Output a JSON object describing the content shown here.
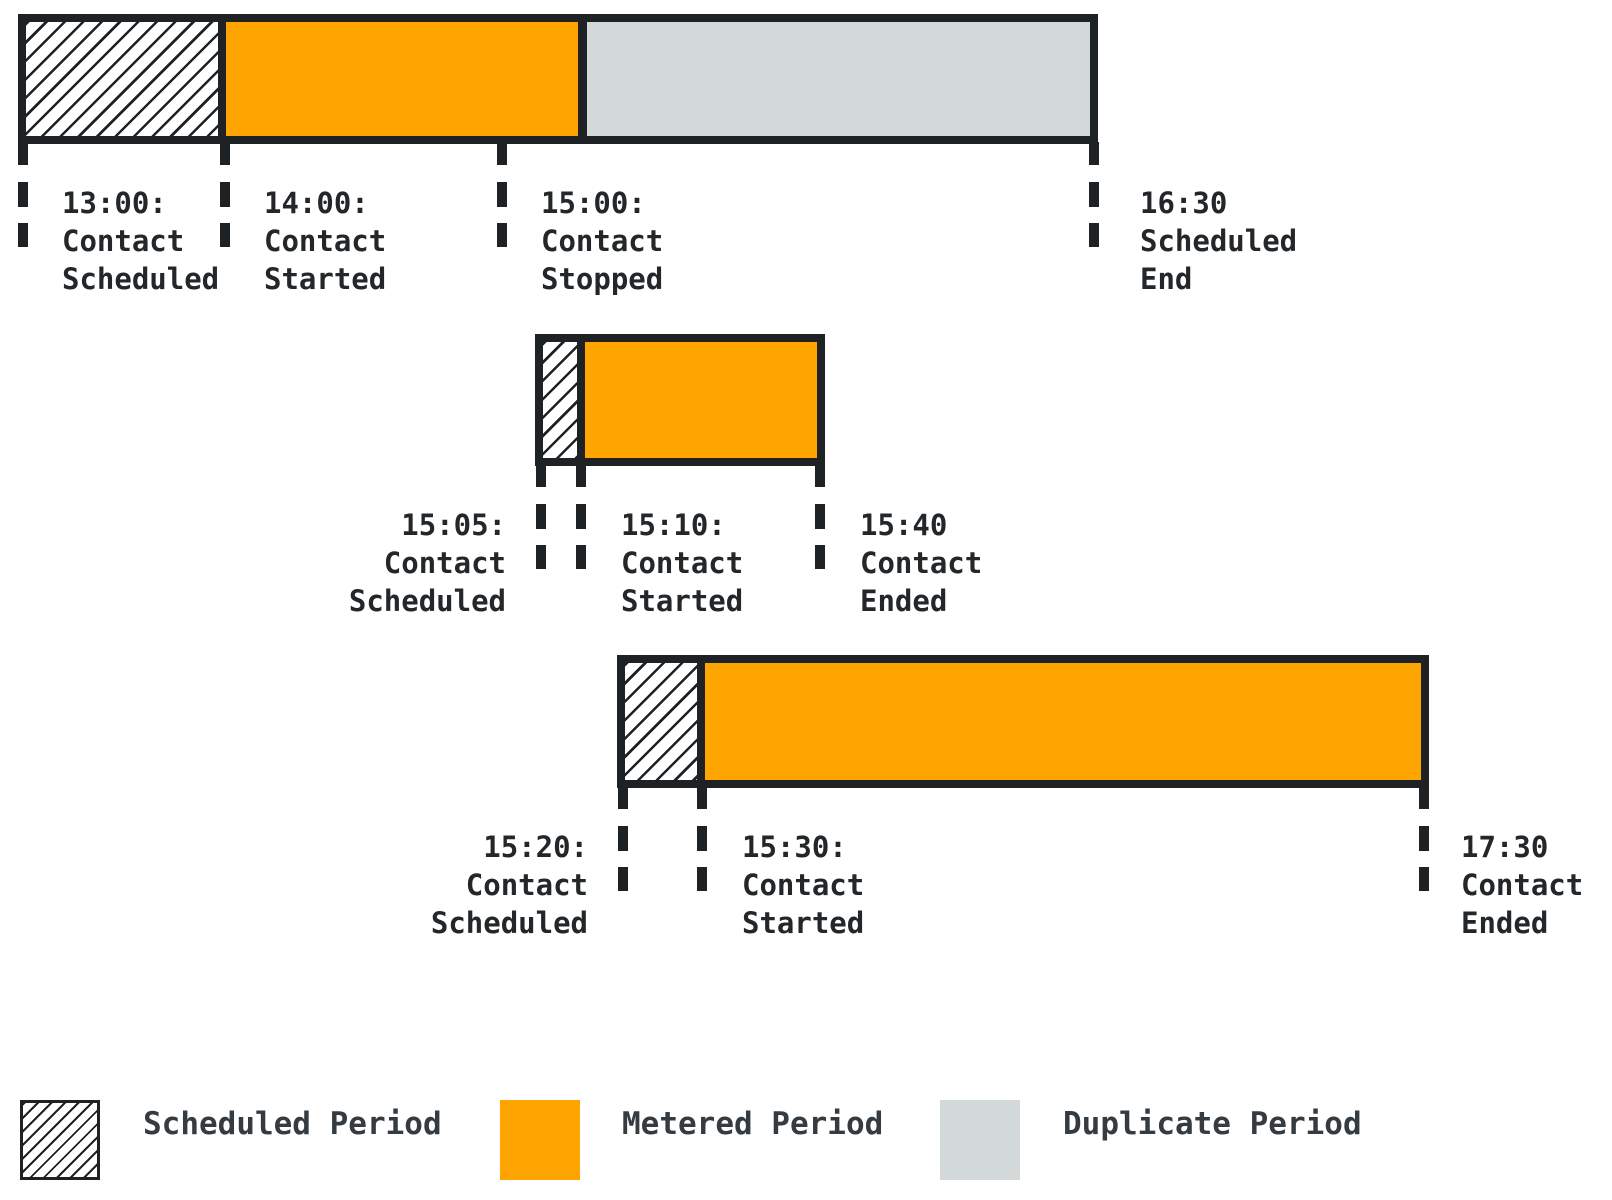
{
  "colors": {
    "metered_orange": "#FFA502",
    "duplicate_gray": "#D3D8D8",
    "line_black": "#1F2224",
    "label_text": "#23272A",
    "legend_text": "#343B41"
  },
  "bars": [
    {
      "id": "contact-1",
      "segments": [
        {
          "type": "scheduled",
          "from": "13:00",
          "to": "14:00"
        },
        {
          "type": "metered",
          "from": "14:00",
          "to": "15:00"
        },
        {
          "type": "duplicate",
          "from": "15:00",
          "to": "16:30"
        }
      ],
      "markers": [
        {
          "label": "13:00:\nContact\nScheduled"
        },
        {
          "label": "14:00:\nContact\nStarted"
        },
        {
          "label": "15:00:\nContact\nStopped"
        },
        {
          "label": "16:30\nScheduled\nEnd"
        }
      ]
    },
    {
      "id": "contact-2",
      "segments": [
        {
          "type": "scheduled",
          "from": "15:05",
          "to": "15:10"
        },
        {
          "type": "metered",
          "from": "15:10",
          "to": "15:40"
        }
      ],
      "markers": [
        {
          "label": "15:05:\nContact\nScheduled"
        },
        {
          "label": "15:10:\nContact\nStarted"
        },
        {
          "label": "15:40\nContact\nEnded"
        }
      ]
    },
    {
      "id": "contact-3",
      "segments": [
        {
          "type": "scheduled",
          "from": "15:20",
          "to": "15:30"
        },
        {
          "type": "metered",
          "from": "15:30",
          "to": "17:30"
        }
      ],
      "markers": [
        {
          "label": "15:20:\nContact\nScheduled"
        },
        {
          "label": "15:30:\nContact\nStarted"
        },
        {
          "label": "17:30\nContact\nEnded"
        }
      ]
    }
  ],
  "legend": {
    "items": [
      {
        "swatch": "scheduled-hatched",
        "label": "Scheduled Period"
      },
      {
        "swatch": "metered-orange",
        "label": "Metered Period"
      },
      {
        "swatch": "duplicate-gray",
        "label": "Duplicate Period"
      }
    ]
  }
}
